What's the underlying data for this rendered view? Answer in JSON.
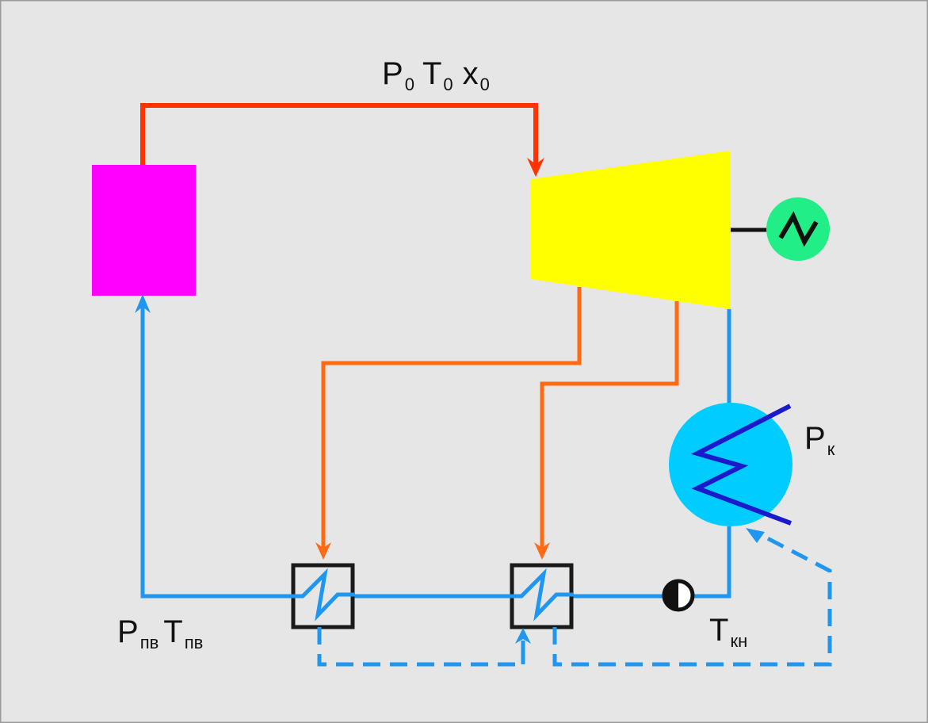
{
  "labels": {
    "live_steam": {
      "p": "P",
      "p_sub": "0",
      "t": "T",
      "t_sub": "0",
      "x": "x",
      "x_sub": "0"
    },
    "condenser": {
      "p": "P",
      "p_sub": "к"
    },
    "condensate": {
      "t": "T",
      "t_sub": "кн"
    },
    "feedwater": {
      "p": "P",
      "p_sub": "пв",
      "t": "T",
      "t_sub": "пв"
    }
  },
  "colors": {
    "background": "#e6e6e6",
    "boiler": "#ff00ff",
    "turbine": "#ffff00",
    "generator": "#22ee88",
    "live_steam_line": "#ff3300",
    "extraction_line": "#ff6a13",
    "water_line": "#1f96f0",
    "condenser_body": "#00ccff",
    "condenser_coil": "#1a1acc",
    "heater_frame": "#1a1a1a"
  }
}
